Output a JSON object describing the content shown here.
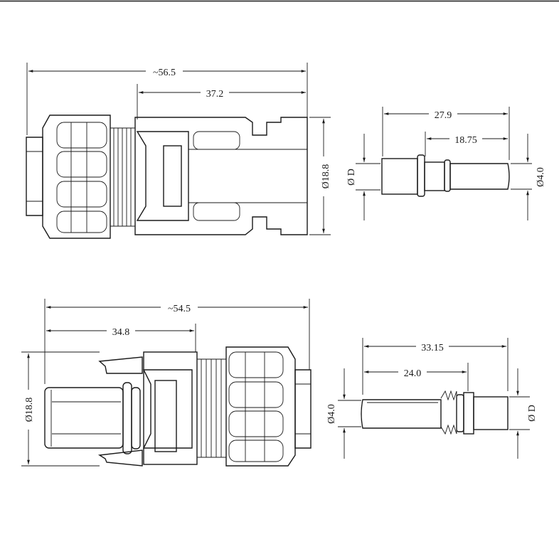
{
  "top_connector": {
    "overall_length_label": "~56.5",
    "body_length_label": "37.2",
    "diameter_label": "Ø18.8"
  },
  "top_pin": {
    "length_label": "27.9",
    "partial_length_label": "18.75",
    "diameter_label": "Ø4.0",
    "d_label": "Ø D"
  },
  "bottom_connector": {
    "overall_length_label": "~54.5",
    "pin_length_label": "34.8",
    "diameter_label": "Ø18.8"
  },
  "bottom_socket": {
    "length_label": "33.15",
    "partial_length_label": "24.0",
    "diameter_label": "Ø4.0",
    "d_label": "Ø D"
  }
}
